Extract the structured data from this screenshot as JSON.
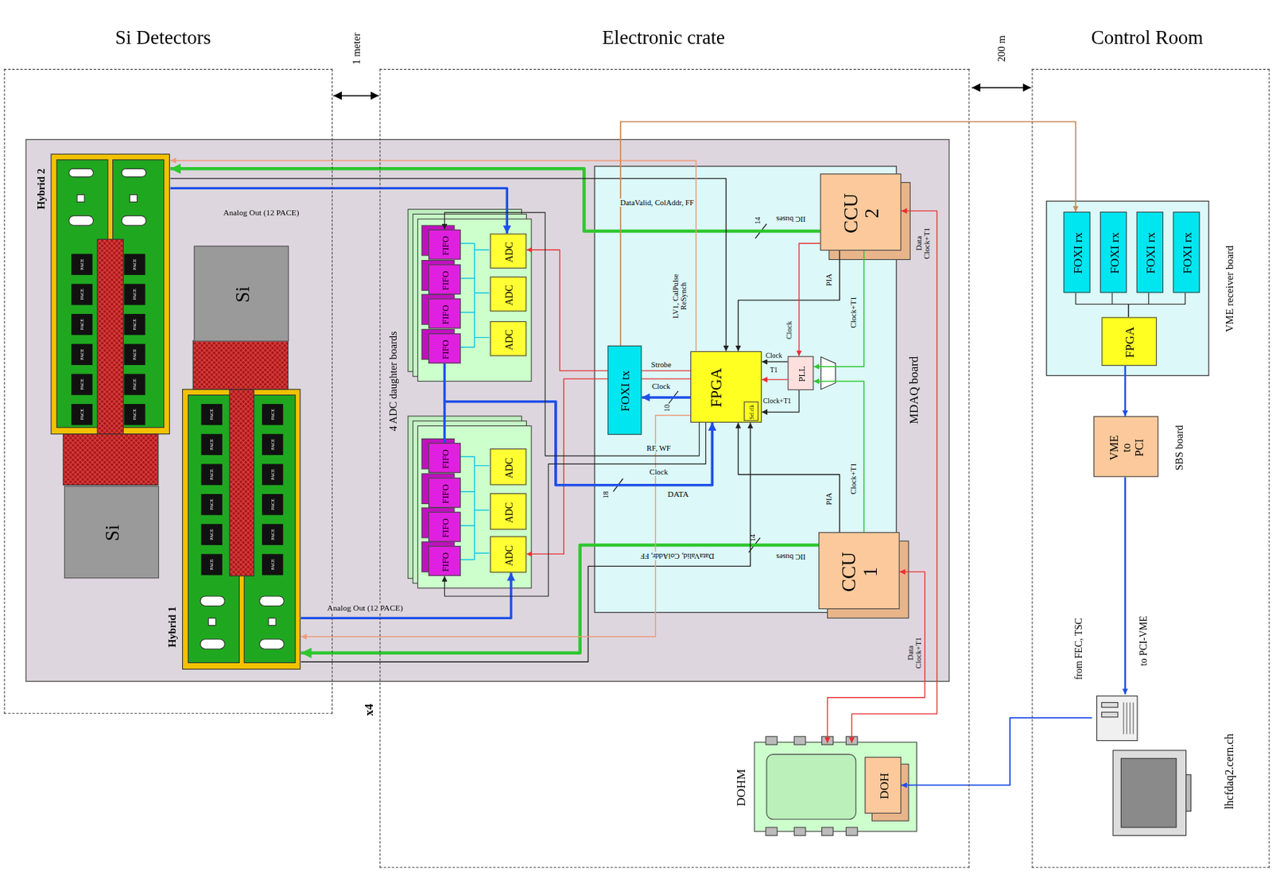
{
  "diagram": {
    "nodes": [
      {
        "text": [
          "Si Detectors"
        ]
      },
      {
        "text": [
          "Hybrid 2"
        ],
        "in": 0
      },
      {
        "text": [
          "PACE"
        ],
        "in": 1
      },
      {
        "text": [
          "PACE"
        ],
        "in": 1
      },
      {
        "text": [
          "PACE"
        ],
        "in": 1
      },
      {
        "text": [
          "PACE"
        ],
        "in": 1
      },
      {
        "text": [
          "PACE"
        ],
        "in": 1
      },
      {
        "text": [
          "PACE"
        ],
        "in": 1
      },
      {
        "text": [
          "PACE"
        ],
        "in": 1
      },
      {
        "text": [
          "PACE"
        ],
        "in": 1
      },
      {
        "text": [
          "PACE"
        ],
        "in": 1
      },
      {
        "text": [
          "PACE"
        ],
        "in": 1
      },
      {
        "text": [
          "PACE"
        ],
        "in": 1
      },
      {
        "text": [
          "PACE"
        ],
        "in": 1
      },
      {
        "text": [
          "Si"
        ],
        "in": 0
      },
      {
        "text": [
          "Hybrid 1"
        ],
        "in": 0
      },
      {
        "text": [
          "PACE"
        ],
        "in": 15
      },
      {
        "text": [
          "PACE"
        ],
        "in": 15
      },
      {
        "text": [
          "PACE"
        ],
        "in": 15
      },
      {
        "text": [
          "PACE"
        ],
        "in": 15
      },
      {
        "text": [
          "PACE"
        ],
        "in": 15
      },
      {
        "text": [
          "PACE"
        ],
        "in": 15
      },
      {
        "text": [
          "PACE"
        ],
        "in": 15
      },
      {
        "text": [
          "PACE"
        ],
        "in": 15
      },
      {
        "text": [
          "PACE"
        ],
        "in": 15
      },
      {
        "text": [
          "PACE"
        ],
        "in": 15
      },
      {
        "text": [
          "PACE"
        ],
        "in": 15
      },
      {
        "text": [
          "PACE"
        ],
        "in": 15
      },
      {
        "text": [
          "Si"
        ],
        "in": 0
      },
      {
        "text": [
          "Electronic crate"
        ]
      },
      {
        "text": [
          "FIFO"
        ],
        "in": 29
      },
      {
        "text": [
          "FIFO"
        ],
        "in": 29
      },
      {
        "text": [
          "FIFO"
        ],
        "in": 29
      },
      {
        "text": [
          "FIFO"
        ],
        "in": 29
      },
      {
        "text": [
          "ADC"
        ],
        "in": 29
      },
      {
        "text": [
          "ADC"
        ],
        "in": 29
      },
      {
        "text": [
          "ADC"
        ],
        "in": 29
      },
      {
        "text": [
          "FIFO"
        ],
        "in": 29
      },
      {
        "text": [
          "FIFO"
        ],
        "in": 29
      },
      {
        "text": [
          "FIFO"
        ],
        "in": 29
      },
      {
        "text": [
          "FIFO"
        ],
        "in": 29
      },
      {
        "text": [
          "ADC"
        ],
        "in": 29
      },
      {
        "text": [
          "ADC"
        ],
        "in": 29
      },
      {
        "text": [
          "ADC"
        ],
        "in": 29
      },
      {
        "text": [
          "MDAQ board"
        ],
        "in": 29
      },
      {
        "text": [
          "FOXI tx"
        ],
        "in": 44
      },
      {
        "text": [
          "FPGA"
        ],
        "in": 44
      },
      {
        "text": [
          "Sel clk"
        ],
        "in": 46
      },
      {
        "text": [
          "PLL"
        ],
        "in": 44
      },
      {
        "text": [
          "CCU 2"
        ],
        "in": 44
      },
      {
        "text": [
          "CCU 1"
        ],
        "in": 44
      },
      {
        "text": [
          "DOHM"
        ],
        "in": 29
      },
      {
        "text": [
          "DOH"
        ],
        "in": 51
      },
      {
        "text": [
          "Control Room"
        ]
      },
      {
        "text": [
          "VME receiver board"
        ],
        "in": 53
      },
      {
        "text": [
          "FOXI rx"
        ],
        "in": 54
      },
      {
        "text": [
          "FOXI rx"
        ],
        "in": 54
      },
      {
        "text": [
          "FOXI rx"
        ],
        "in": 54
      },
      {
        "text": [
          "FOXI rx"
        ],
        "in": 54
      },
      {
        "text": [
          "FPGA"
        ],
        "in": 54
      },
      {
        "text": [
          "VME to PCI",
          "SBS board"
        ],
        "in": 53
      },
      {
        "text": [
          "lhcfdaq2.cern.ch"
        ],
        "in": 53
      }
    ],
    "edges": [
      {
        "from": 1,
        "to": 34,
        "arrow": "to",
        "label": "Analog Out (12 PACE)"
      },
      {
        "from": 15,
        "to": 43,
        "arrow": "to",
        "label": "Analog Out (12 PACE)"
      },
      {
        "from": 49,
        "to": 1,
        "arrow": "to",
        "label": "IIC buses"
      },
      {
        "from": 50,
        "to": 15,
        "arrow": "to",
        "label": "IIC buses"
      },
      {
        "from": 1,
        "to": 46,
        "arrow": "to",
        "label": "DataValid, ColAddr, FF"
      },
      {
        "from": 15,
        "to": 46,
        "arrow": "to",
        "label": "DataValid, ColAddr, FF"
      },
      {
        "from": 46,
        "to": 1,
        "arrow": "to",
        "label": "LV1, CalPulse ReSynch"
      },
      {
        "from": 46,
        "to": 15,
        "arrow": "to"
      },
      {
        "from": 46,
        "to": 34,
        "arrow": "to",
        "label": "Strobe"
      },
      {
        "from": 46,
        "to": 43,
        "arrow": "to",
        "label": "Clock"
      },
      {
        "from": 33,
        "to": 46,
        "arrow": "to",
        "label": "DATA"
      },
      {
        "from": 37,
        "to": 46,
        "arrow": "to"
      },
      {
        "from": 46,
        "to": 45,
        "arrow": "to",
        "label": "10"
      },
      {
        "from": 45,
        "to": 55,
        "arrow": "to"
      },
      {
        "from": 55,
        "to": 59,
        "arrow": "none"
      },
      {
        "from": 56,
        "to": 59,
        "arrow": "none"
      },
      {
        "from": 57,
        "to": 59,
        "arrow": "none"
      },
      {
        "from": 58,
        "to": 59,
        "arrow": "none"
      },
      {
        "from": 59,
        "to": 60,
        "arrow": "to"
      },
      {
        "from": 60,
        "to": 61,
        "arrow": "to",
        "label": "to PCI-VME"
      },
      {
        "from": 61,
        "to": 52,
        "arrow": "to",
        "label": "from FEC, TSC"
      },
      {
        "from": 51,
        "to": 49,
        "arrow": "both",
        "label": "Data Clock+T1"
      },
      {
        "from": 51,
        "to": 50,
        "arrow": "both",
        "label": "Data Clock+T1"
      },
      {
        "from": 49,
        "to": 46,
        "arrow": "to",
        "label": "PIA"
      },
      {
        "from": 50,
        "to": 46,
        "arrow": "to",
        "label": "PIA"
      },
      {
        "from": 49,
        "to": 48,
        "arrow": "to",
        "label": "Clock+T1"
      },
      {
        "from": 50,
        "to": 48,
        "arrow": "to",
        "label": "Clock+T1"
      },
      {
        "from": 49,
        "to": 48,
        "arrow": "to",
        "label": "Clock"
      },
      {
        "from": 48,
        "to": 46,
        "arrow": "to",
        "label": "Clock"
      },
      {
        "from": 48,
        "to": 46,
        "arrow": "to",
        "label": "T1"
      },
      {
        "from": 48,
        "to": 46,
        "arrow": "to",
        "label": "Clock+T1"
      },
      {
        "from": 46,
        "to": 30,
        "arrow": "to",
        "label": "RF, WF"
      },
      {
        "from": 46,
        "to": 40,
        "arrow": "to",
        "label": "Clock"
      }
    ],
    "labels": [
      "1 meter",
      "200 m",
      "x4",
      "4 ADC daughter boards",
      "14",
      "14",
      "18"
    ]
  }
}
